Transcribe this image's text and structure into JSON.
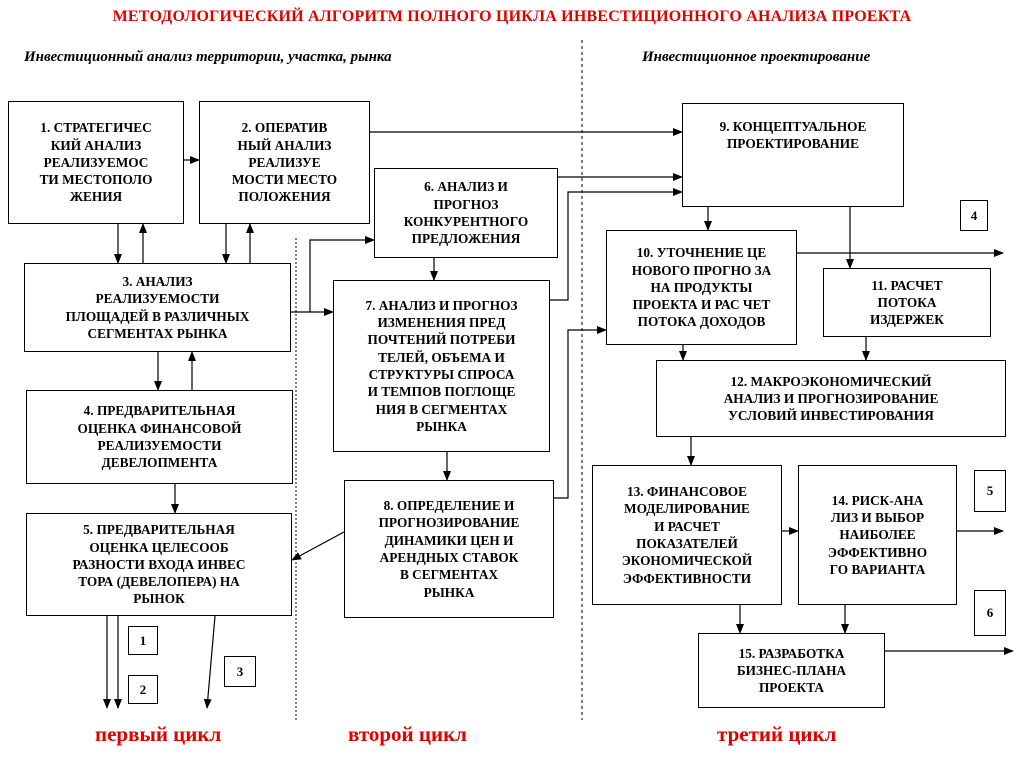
{
  "title": "МЕТОДОЛОГИЧЕСКИЙ АЛГОРИТМ ПОЛНОГО ЦИКЛА ИНВЕСТИЦИОННОГО АНАЛИЗА ПРОЕКТА",
  "sections": {
    "left": "Инвестиционный анализ территории, участка, рынка",
    "right": "Инвестиционное проектирование"
  },
  "boxes": {
    "b1": "1. СТРАТЕГИЧЕС\nКИЙ АНАЛИЗ\nРЕАЛИЗУЕМОС\nТИ МЕСТОПОЛО\nЖЕНИЯ",
    "b2": "2. ОПЕРАТИВ\nНЫЙ АНАЛИЗ\nРЕАЛИЗУЕ\nМОСТИ МЕСТО\nПОЛОЖЕНИЯ",
    "b3": "3. АНАЛИЗ\nРЕАЛИЗУЕМОСТИ\nПЛОЩАДЕЙ В РАЗЛИЧНЫХ\nСЕГМЕНТАХ РЫНКА",
    "b4": "4. ПРЕДВАРИТЕЛЬНАЯ\nОЦЕНКА ФИНАНСОВОЙ\nРЕАЛИЗУЕМОСТИ\nДЕВЕЛОПМЕНТА",
    "b5": "5. ПРЕДВАРИТЕЛЬНАЯ\nОЦЕНКА ЦЕЛЕСООБ\nРАЗНОСТИ ВХОДА ИНВЕС\nТОРА (ДЕВЕЛОПЕРА) НА\nРЫНОК",
    "b6": "6. АНАЛИЗ И\nПРОГНОЗ\nКОНКУРЕНТНОГО\nПРЕДЛОЖЕНИЯ",
    "b7": "7. АНАЛИЗ И ПРОГНОЗ\nИЗМЕНЕНИЯ ПРЕД\nПОЧТЕНИЙ ПОТРЕБИ\nТЕЛЕЙ, ОБЪЕМА И\nСТРУКТУРЫ СПРОСА\nИ ТЕМПОВ ПОГЛОЩЕ\nНИЯ В СЕГМЕНТАХ\nРЫНКА",
    "b8": "8. ОПРЕДЕЛЕНИЕ И\nПРОГНОЗИРОВАНИЕ\nДИНАМИКИ ЦЕН И\nАРЕНДНЫХ СТАВОК\nВ СЕГМЕНТАХ\nРЫНКА",
    "b9": "9. КОНЦЕПТУАЛЬНОЕ\nПРОЕКТИРОВАНИЕ",
    "b10": "10. УТОЧНЕНИЕ ЦЕ\nНОВОГО ПРОГНО ЗА\nНА ПРОДУКТЫ\nПРОЕКТА И РАС ЧЕТ\nПОТОКА ДОХОДОВ",
    "b11": "11. РАСЧЕТ\nПОТОКА\nИЗДЕРЖЕК",
    "b12": "12. МАКРОЭКОНОМИЧЕСКИЙ\nАНАЛИЗ И ПРОГНОЗИРОВАНИЕ\nУСЛОВИЙ ИНВЕСТИРОВАНИЯ",
    "b13": "13. ФИНАНСОВОЕ\nМОДЕЛИРОВАНИЕ\nИ РАСЧЕТ\nПОКАЗАТЕЛЕЙ\nЭКОНОМИЧЕСКОЙ\nЭФФЕКТИВНОСТИ",
    "b14": "14. РИСК-АНА\nЛИЗ И ВЫБОР\nНАИБОЛЕЕ\nЭФФЕКТИВНО\nГО ВАРИАНТА",
    "b15": "15. РАЗРАБОТКА\nБИЗНЕС-ПЛАНА\nПРОЕКТА"
  },
  "markers": {
    "m1": "1",
    "m2": "2",
    "m3": "3",
    "m4": "4",
    "m5": "5",
    "m6": "6"
  },
  "cycles": {
    "first": "первый цикл",
    "second": "второй цикл",
    "third": "третий цикл"
  }
}
